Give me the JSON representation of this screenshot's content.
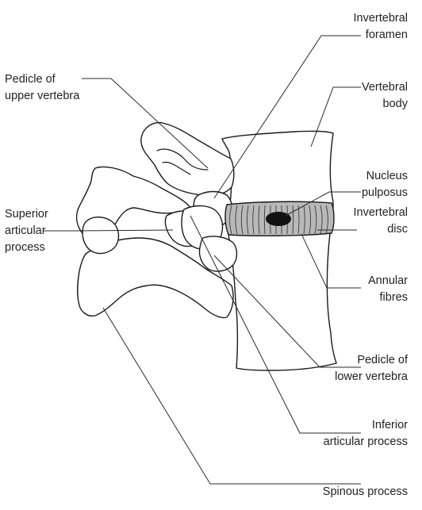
{
  "labels": {
    "invertebral_foramen": [
      "Invertebral",
      "foramen"
    ],
    "pedicle_upper": [
      "Pedicle of",
      "upper vertebra"
    ],
    "vertebral_body": [
      "Vertebral",
      "body"
    ],
    "nucleus_pulposus": [
      "Nucleus",
      "pulposus"
    ],
    "invertebral_disc": [
      "Invertebral",
      "disc"
    ],
    "superior_articular": [
      "Superior",
      "articular",
      "process"
    ],
    "annular_fibres": [
      "Annular",
      "fibres"
    ],
    "pedicle_lower": [
      "Pedicle of",
      "lower vertebra"
    ],
    "inferior_articular": [
      "Inferior",
      "articular process"
    ],
    "spinous_process": [
      "Spinous process"
    ]
  },
  "colors": {
    "line": "#1a1a1a",
    "disc_fill": "#b9b9b9",
    "nucleus_fill": "#111111"
  }
}
